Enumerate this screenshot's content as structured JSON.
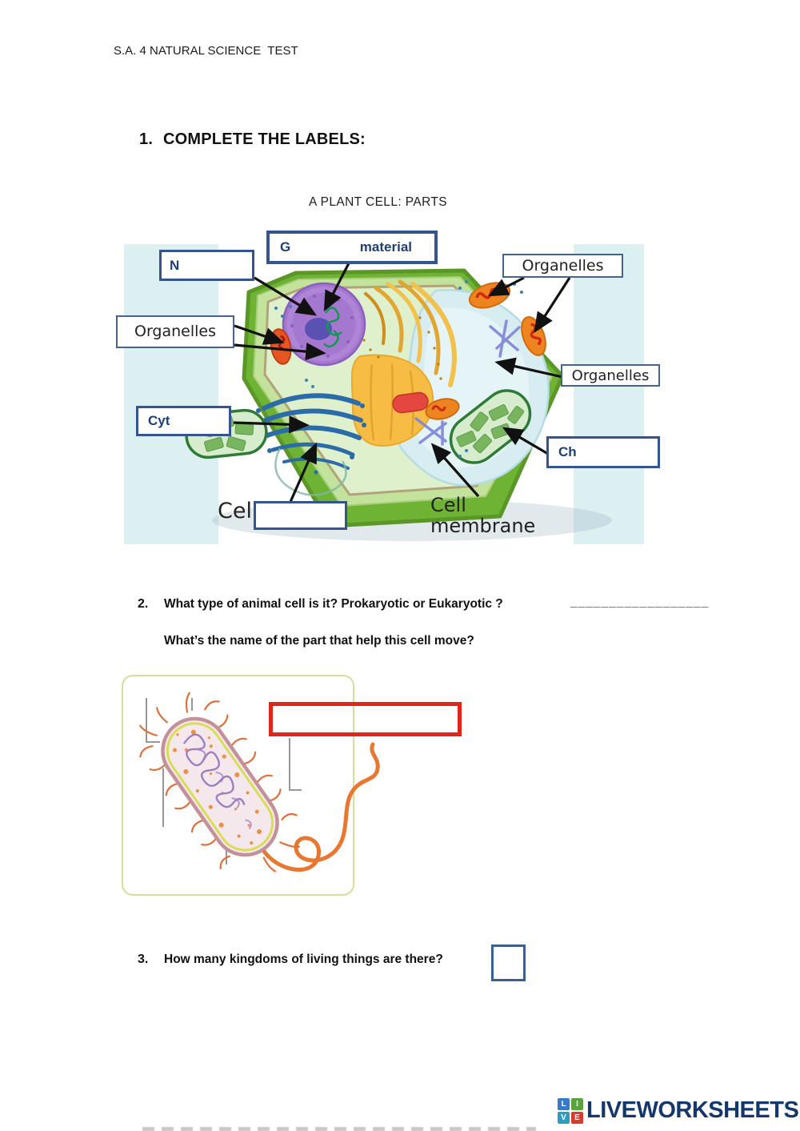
{
  "header": {
    "title": "S.A. 4 NATURAL SCIENCE  TEST"
  },
  "section1": {
    "number": "1.",
    "title": "COMPLETE THE LABELS:"
  },
  "plant_cell_figure": {
    "title": "A PLANT CELL: PARTS",
    "label_boxes": {
      "genetic_material_prefix": "G",
      "genetic_material_suffix": "material",
      "nucleus_prefix": "N",
      "organelles_top_right": "Organelles",
      "organelles_left": "Organelles",
      "organelles_right": "Organelles",
      "cytoplasm_prefix": "Cyt",
      "chloroplast_prefix": "Ch",
      "cell_wall_label": "Cell",
      "cell_membrane_label": "Cell membrane"
    }
  },
  "question2": {
    "number": "2.",
    "text": "What type of animal cell is it? Prokaryotic or Eukaryotic ?",
    "answer_blank": "__________________",
    "follow_up": "What’s the name of the part that help this cell move?"
  },
  "question3": {
    "number": "3.",
    "text": "How many kingdoms of living things are there?"
  },
  "footer": {
    "logo_text": "LIVEWORKSHEETS",
    "logo_blocks": [
      {
        "letter": "L",
        "color": "#3679c8"
      },
      {
        "letter": "I",
        "color": "#58a33e"
      },
      {
        "letter": "V",
        "color": "#2b9ec0"
      },
      {
        "letter": "E",
        "color": "#da3b31"
      }
    ]
  },
  "colors": {
    "label_box_border": "#33548c",
    "label_text_blue": "#1f3f77",
    "figure_background": "#dcf0f2",
    "red_answer_box_border": "#e1251d",
    "bacteria_card_border": "#d4df9b",
    "logo_navy": "#14386b"
  }
}
